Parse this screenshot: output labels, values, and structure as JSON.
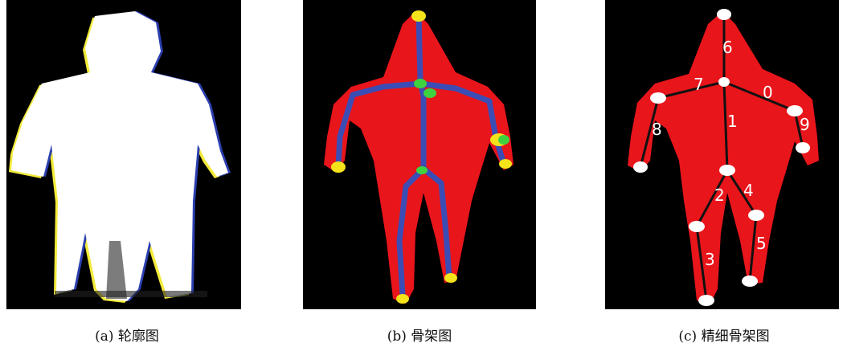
{
  "figures": [
    {
      "id": "a",
      "caption": "(a) 轮廓图"
    },
    {
      "id": "b",
      "caption": "(b) 骨架图"
    },
    {
      "id": "c",
      "caption": "(c) 精细骨架图",
      "joint_labels": [
        "6",
        "7",
        "0",
        "1",
        "8",
        "9",
        "2",
        "4",
        "3",
        "5"
      ]
    }
  ],
  "colors": {
    "background": "#000000",
    "silhouette": "#ffffff",
    "body_fill": "#e8151b",
    "skeleton_line": "#3b4db5",
    "joint_yellow": "#f4e21a",
    "joint_green": "#3fd23f",
    "fine_line": "#111111",
    "fine_joint": "#ffffff"
  }
}
